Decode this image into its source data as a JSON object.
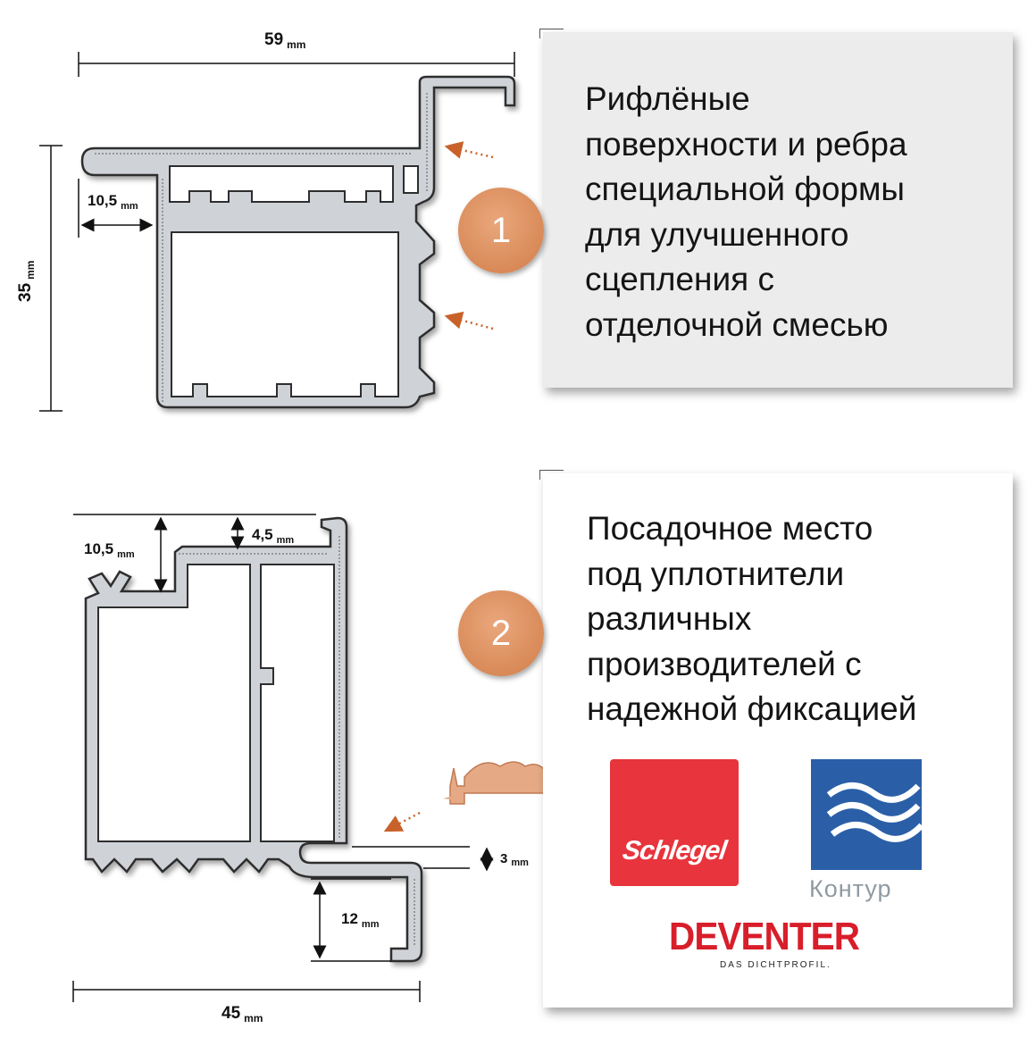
{
  "panel1": {
    "badge": "1",
    "lines": [
      "Рифлёные",
      "поверхности и ребра",
      "специальной формы",
      "для улучшенного",
      "сцепления с",
      "отделочной смесью"
    ]
  },
  "panel2": {
    "badge": "2",
    "lines": [
      "Посадочное место",
      "под уплотнители",
      "различных",
      "производителей с",
      "надежной фиксацией"
    ]
  },
  "logos": {
    "schlegel": "Schlegel",
    "kontur": "Контур",
    "deventer": "DEVENTER",
    "deventer_sub": "DAS DICHTPROFIL."
  },
  "dimensions_top": {
    "width_value": "59",
    "width_unit": "mm",
    "height_value": "35",
    "height_unit": "mm",
    "inner_value": "10,5",
    "inner_unit": "mm"
  },
  "dimensions_bottom": {
    "width_value": "45",
    "width_unit": "mm",
    "a_value": "10,5",
    "a_unit": "mm",
    "b_value": "4,5",
    "b_unit": "mm",
    "c_value": "3",
    "c_unit": "mm",
    "d_value": "12",
    "d_unit": "mm"
  },
  "colors": {
    "profile_fill": "#cfd3d8",
    "profile_stroke": "#2e2e2e",
    "badge": "#dd8e5c",
    "arrow": "#c8622a",
    "schlegel_red": "#e8343c",
    "kontur_blue": "#2a5fa8",
    "deventer_red": "#d81e2a"
  }
}
